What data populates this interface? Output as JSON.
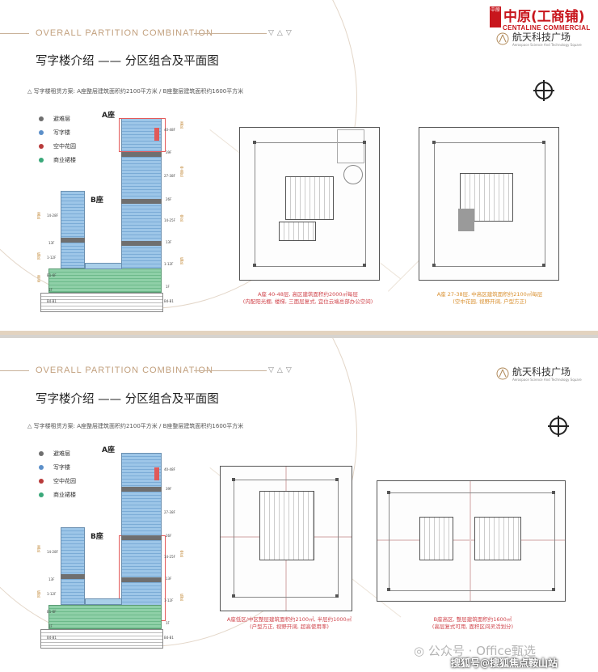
{
  "slide1": {
    "header_en": "OVERALL PARTITION COMBINATION",
    "title": "写字楼介绍 —— 分区组合及平面图",
    "subtitle": "写字楼租赁方案: A座整层建筑面积约2100平方米 / B座整层建筑面积约1600平方米",
    "logo_cn": "中原(工商铺)",
    "logo_en": "CENTALINE COMMERCIAL",
    "seal_text": "中原",
    "aero_cn": "航天科技广场",
    "aero_en": "Aerospace Science And Technology Square",
    "legend": [
      {
        "label": "避难层",
        "color": "#6f6f6f"
      },
      {
        "label": "写字楼",
        "color": "#5b8fc9"
      },
      {
        "label": "空中花园",
        "color": "#b83a3a"
      },
      {
        "label": "商业裙楼",
        "color": "#3aa87a"
      }
    ],
    "tower_a_label": "A座",
    "tower_b_label": "B座",
    "a_floor_labels": [
      "40-48F",
      "39F",
      "27-38F",
      "26F",
      "14-25F",
      "13F",
      "1-12F",
      "1F",
      "B4-B1"
    ],
    "a_zone_labels": [
      "高区",
      "中高区",
      "中区",
      "低区"
    ],
    "b_floor_labels": [
      "14-28F",
      "13F",
      "1-12F",
      "B1-6F",
      "1F",
      "B4-B1"
    ],
    "b_zone_labels": [
      "高区",
      "低区",
      "商业"
    ],
    "caption_left_1": "A座 40-48层, 高区建筑面积约2000㎡每层",
    "caption_left_2": "(内配阳光棚, 楼梯, 三面层复式, 宜位云端总部办公空间)",
    "caption_right_1": "A座 27-38层, 中高区建筑面积约2100㎡每层",
    "caption_right_2": "(空中花园, 视野开阔, 户型方正)"
  },
  "slide2": {
    "header_en": "OVERALL PARTITION COMBINATION",
    "title": "写字楼介绍 —— 分区组合及平面图",
    "subtitle": "写字楼租赁方案: A座整层建筑面积约2100平方米 / B座整层建筑面积约1600平方米",
    "aero_cn": "航天科技广场",
    "aero_en": "Aerospace Science And Technology Square",
    "legend": [
      {
        "label": "避难层",
        "color": "#6f6f6f"
      },
      {
        "label": "写字楼",
        "color": "#5b8fc9"
      },
      {
        "label": "空中花园",
        "color": "#b83a3a"
      },
      {
        "label": "商业裙楼",
        "color": "#3aa87a"
      }
    ],
    "tower_a_label": "A座",
    "tower_b_label": "B座",
    "a_floor_labels": [
      "40-48F",
      "39F",
      "27-38F",
      "26F",
      "14-25F",
      "13F",
      "1-12F",
      "1F",
      "B4-B1"
    ],
    "a_zone_labels": [
      "中区",
      "低区"
    ],
    "b_floor_labels": [
      "14-28F",
      "13F",
      "1-12F",
      "B1-6F",
      "1F",
      "B4-B1"
    ],
    "b_zone_labels": [
      "高区",
      "低区"
    ],
    "caption_left_1": "A座低区/中区整层建筑面积约2100㎡, 半层约1000㎡",
    "caption_left_2": "(户型方正, 视野开阔, 超高使用率)",
    "caption_right_1": "B座高区, 整层建筑面积约1600㎡",
    "caption_right_2": "(高层复式可用, 面积区间灵活划分)"
  },
  "watermark_1": "公众号 · Office甄选",
  "watermark_2": "搜狐号@搜狐焦点鞍山站"
}
